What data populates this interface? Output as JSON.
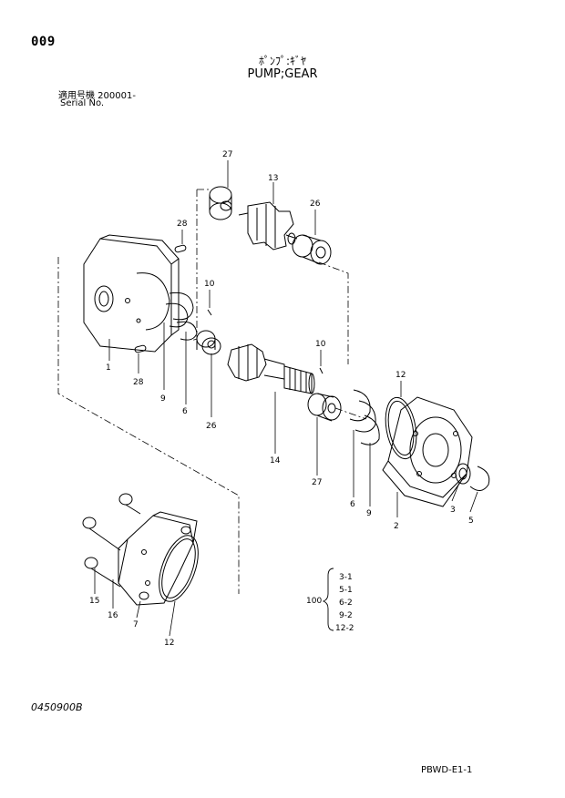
{
  "header": {
    "page_code": "009",
    "title_jp": "ﾎﾟﾝﾌﾟ:ｷﾞﾔ",
    "title_en": "PUMP;GEAR",
    "serial_jp": "適用号機  200001-",
    "serial_en": "Serial No."
  },
  "callouts": {
    "c27a": "27",
    "c13": "13",
    "c26a": "26",
    "c28a": "28",
    "c10a": "10",
    "c1": "1",
    "c28b": "28",
    "c9a": "9",
    "c6a": "6",
    "c26b": "26",
    "c10b": "10",
    "c14": "14",
    "c27b": "27",
    "c12a": "12",
    "c6b": "6",
    "c9b": "9",
    "c2": "2",
    "c3": "3",
    "c5": "5",
    "c15": "15",
    "c16": "16",
    "c7": "7",
    "c12b": "12"
  },
  "kit": {
    "number": "100",
    "items": [
      "3-1",
      "5-1",
      "6-2",
      "9-2",
      "12-2"
    ]
  },
  "footer": {
    "diagram_code": "0450900B",
    "doc_code": "PBWD-E1-1"
  }
}
